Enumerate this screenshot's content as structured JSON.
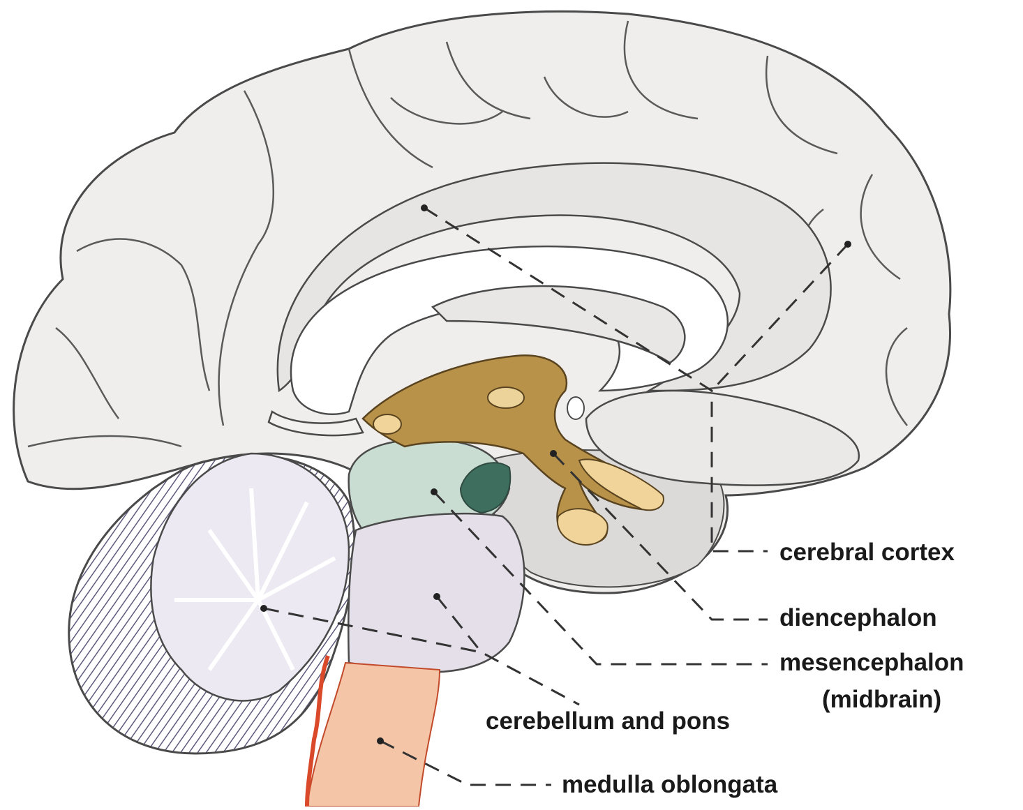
{
  "labels": {
    "cerebral_cortex": "cerebral cortex",
    "diencephalon": "diencephalon",
    "mesencephalon": "mesencephalon",
    "midbrain": "(midbrain)",
    "cerebellum_pons": "cerebellum and pons",
    "medulla": "medulla oblongata"
  },
  "colors": {
    "cortex": "#efeeec",
    "cortex_outline": "#4a4a4a",
    "diencephalon": "#b9924a",
    "midbrain": "#c9ddd3",
    "pons": "#e4dfe9",
    "cerebellum": "#8a86a6",
    "medulla": "#f4c6a7",
    "leader_lines": "#333333"
  }
}
